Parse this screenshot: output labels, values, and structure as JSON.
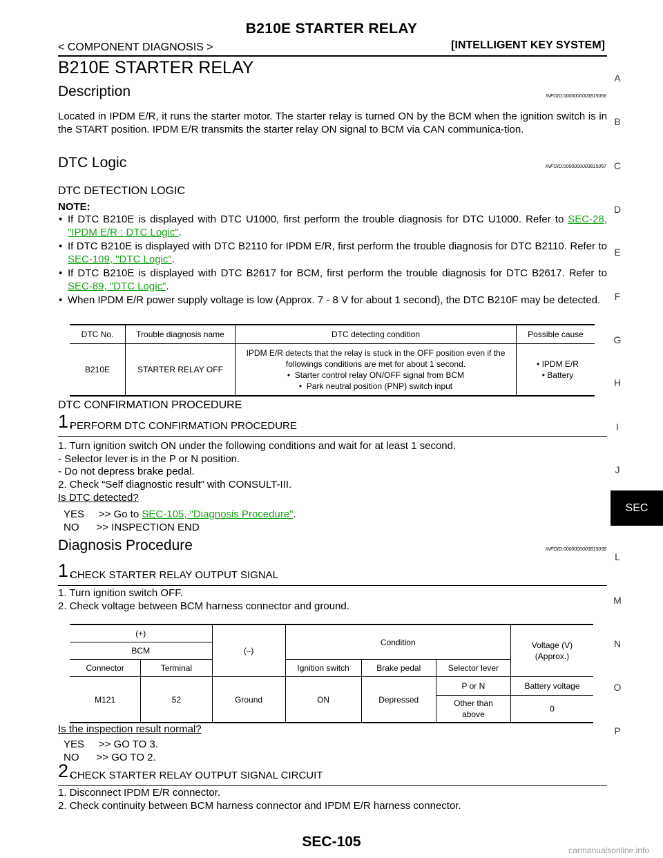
{
  "header": {
    "title": "B210E STARTER RELAY",
    "left": "< COMPONENT DIAGNOSIS >",
    "right": "[INTELLIGENT KEY SYSTEM]"
  },
  "page_title": "B210E STARTER RELAY",
  "description": {
    "heading": "Description",
    "infoid": "INFOID:0000000003815056",
    "text": "Located in IPDM E/R, it runs the starter motor. The starter relay is turned ON by the BCM when the ignition switch is in the START position. IPDM E/R transmits the starter relay ON signal to BCM via CAN communica-tion."
  },
  "dtc_logic": {
    "heading": "DTC Logic",
    "infoid": "INFOID:0000000003815057",
    "detection_heading": "DTC DETECTION LOGIC",
    "note_label": "NOTE:",
    "notes": [
      {
        "pre": "If DTC B210E is displayed with DTC U1000, first perform the trouble diagnosis for DTC U1000. Refer to ",
        "link": "SEC-28, \"IPDM E/R : DTC Logic\"",
        "post": "."
      },
      {
        "pre": "If DTC B210E is displayed with DTC B2110 for IPDM E/R, first perform the trouble diagnosis for DTC B2110. Refer to ",
        "link": "SEC-109, \"DTC Logic\"",
        "post": "."
      },
      {
        "pre": "If DTC B210E is displayed with DTC B2617 for BCM, first perform the trouble diagnosis for DTC B2617. Refer to ",
        "link": "SEC-89, \"DTC Logic\"",
        "post": "."
      },
      {
        "pre": "When IPDM E/R power supply voltage is low (Approx. 7 - 8 V for about 1 second), the DTC B210F may be detected.",
        "link": "",
        "post": ""
      }
    ],
    "table": {
      "headers": [
        "DTC No.",
        "Trouble diagnosis name",
        "DTC detecting condition",
        "Possible cause"
      ],
      "dtc_no": "B210E",
      "name": "STARTER RELAY OFF",
      "condition_text": "IPDM E/R detects that the relay is stuck in the OFF position even if the followings conditions are met for about 1 second.",
      "condition_items": [
        "Starter control relay ON/OFF signal from BCM",
        "Park neutral position (PNP) switch input"
      ],
      "causes": [
        "IPDM E/R",
        "Battery"
      ]
    },
    "confirmation_heading": "DTC CONFIRMATION PROCEDURE",
    "step1_num": "1.",
    "step1_title": "PERFORM DTC CONFIRMATION PROCEDURE",
    "step1_lines": [
      "1.  Turn ignition switch ON under the following conditions and wait for at least 1 second.",
      "-   Selector lever is in the P or N position.",
      "-   Do not depress brake pedal.",
      "2.  Check “Self diagnostic result” with CONSULT-III."
    ],
    "question": "Is DTC detected?",
    "yes_pre": "YES     >> Go to ",
    "yes_link": "SEC-105, \"Diagnosis Procedure\"",
    "yes_post": ".",
    "no": "NO      >> INSPECTION END"
  },
  "diagnosis": {
    "heading": "Diagnosis Procedure",
    "infoid": "INFOID:0000000003815058",
    "step1_num": "1.",
    "step1_title": "CHECK STARTER RELAY OUTPUT SIGNAL",
    "step1_lines": [
      "1.  Turn ignition switch OFF.",
      "2.  Check voltage between BCM harness connector and ground."
    ],
    "table": {
      "plus": "(+)",
      "minus": "(–)",
      "bcm": "BCM",
      "condition": "Condition",
      "voltage": "Voltage (V)",
      "approx": "(Approx.)",
      "connector": "Connector",
      "terminal": "Terminal",
      "ign": "Ignition switch",
      "brake": "Brake pedal",
      "selector": "Selector lever",
      "conn_val": "M121",
      "term_val": "52",
      "ground": "Ground",
      "on": "ON",
      "depressed": "Depressed",
      "porn": "P or N",
      "battery_voltage": "Battery voltage",
      "other1": "Other than",
      "other2": "above",
      "zero": "0"
    },
    "question": "Is the inspection result normal?",
    "yes": "YES     >> GO TO 3.",
    "no": "NO      >> GO TO 2.",
    "step2_num": "2.",
    "step2_title": "CHECK STARTER RELAY OUTPUT SIGNAL CIRCUIT",
    "step2_lines": [
      "1.  Disconnect IPDM E/R connector.",
      "2.  Check continuity between BCM harness connector and IPDM E/R harness connector."
    ]
  },
  "side_index": [
    "A",
    "B",
    "C",
    "D",
    "E",
    "F",
    "G",
    "H",
    "I",
    "J",
    "SEC",
    "L",
    "M",
    "N",
    "O",
    "P"
  ],
  "page_number": "SEC-105",
  "watermark": "carmanualsonline.info"
}
